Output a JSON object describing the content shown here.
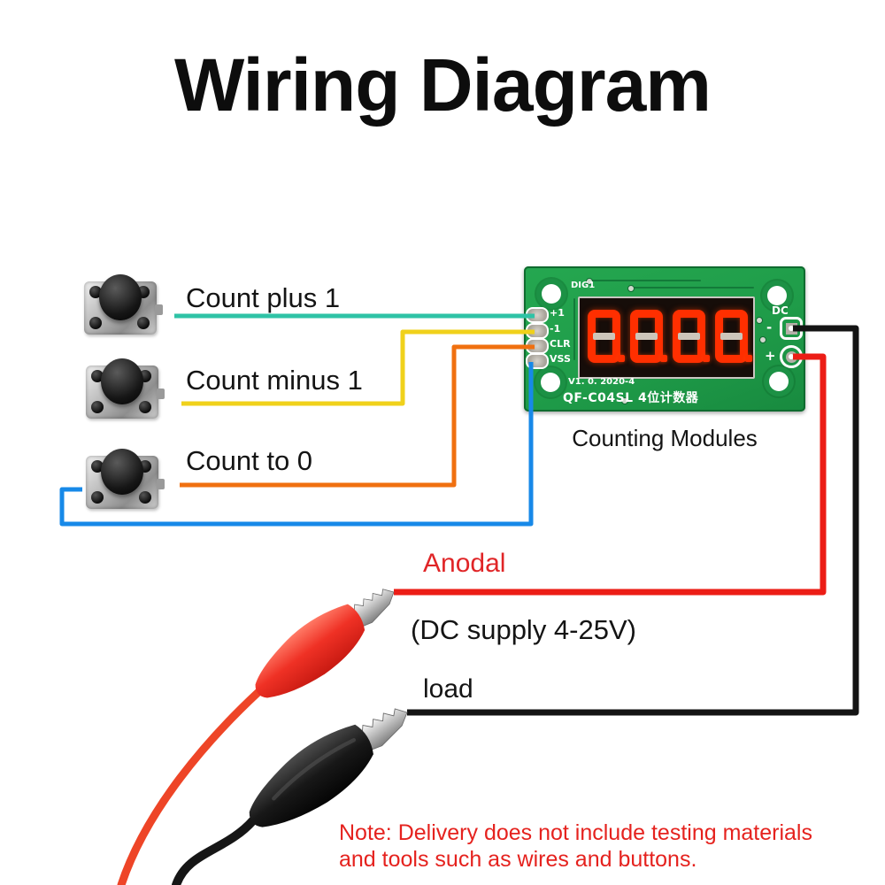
{
  "title": "Wiring Diagram",
  "buttons": [
    {
      "label": "Count plus 1",
      "pcb_pad": "+1",
      "wire_color": "#2fc3a6"
    },
    {
      "label": "Count minus 1",
      "pcb_pad": "-1",
      "wire_color": "#f0d11b"
    },
    {
      "label": "Count to 0",
      "pcb_pad": "CLR",
      "wire_color": "#f07010"
    }
  ],
  "ground": {
    "pcb_pad": "VSS",
    "wire_color": "#1789e8"
  },
  "pcb": {
    "silkscreen": {
      "dig1": "DIG1",
      "version": "V1. 0. 2020-4",
      "model": "QF-C04SL 4位计数器"
    },
    "left_pads": [
      "+1",
      "-1",
      "CLR",
      "VSS"
    ],
    "dc": {
      "label": "DC",
      "minus": "-",
      "plus": "+"
    },
    "display_value": "0.0.0.0.",
    "caption": "Counting Modules"
  },
  "power": {
    "anodal": "Anodal",
    "supply": "(DC supply 4-25V)",
    "load": "load",
    "positive_wire_color": "#ec1d16",
    "negative_wire_color": "#141414"
  },
  "note": {
    "line1": "Note: Delivery does not include testing materials",
    "line2": "and tools such as wires and buttons."
  },
  "colors": {
    "pcb_green": "#1f9c49",
    "segment_red": "#ff2f00",
    "unlit_segment": "#cdc5ba",
    "anodal_red": "#e02527",
    "note_red": "#e5221e",
    "title_black": "#0d0d0d"
  }
}
